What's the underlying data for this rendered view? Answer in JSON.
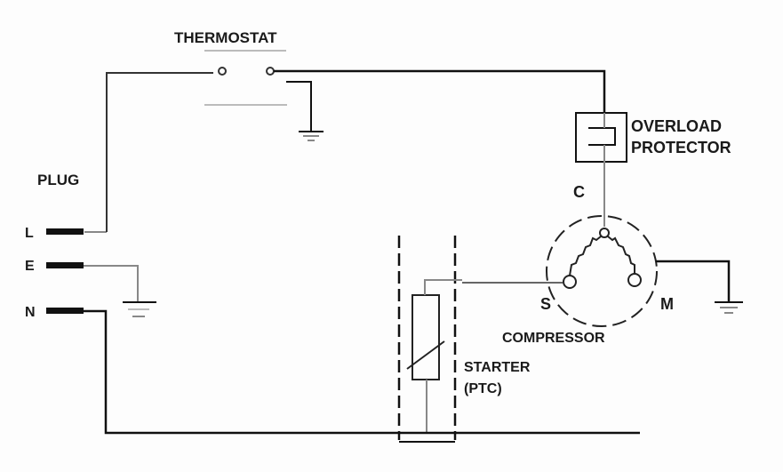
{
  "title": "Refrigerator compressor wiring diagram",
  "labels": {
    "thermostat": "THERMOSTAT",
    "overload_line1": "OVERLOAD",
    "overload_line2": "PROTECTOR",
    "plug": "PLUG",
    "live": "L",
    "earth": "E",
    "neutral": "N",
    "common": "C",
    "start": "S",
    "main": "M",
    "compressor": "COMPRESSOR",
    "starter_line1": "STARTER",
    "starter_line2": "(PTC)"
  },
  "colors": {
    "wire": "#111111",
    "faint": "#bbbbbb"
  }
}
